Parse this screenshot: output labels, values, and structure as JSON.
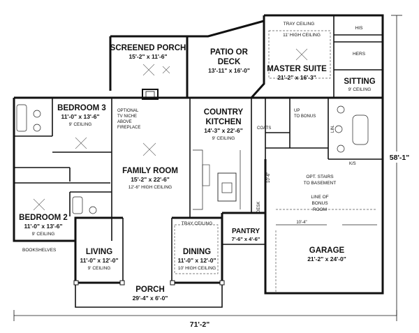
{
  "rooms": {
    "screened_porch": {
      "name": "SCREENED PORCH",
      "dims": "15'-2\" x 11'-6\""
    },
    "patio": {
      "name1": "PATIO OR",
      "name2": "DECK",
      "dims": "13'-11\" x 16'-0\""
    },
    "master_suite": {
      "tray": "TRAY CEILING",
      "ceiling": "11' HIGH CEILING",
      "name": "MASTER SUITE",
      "dims": "21'-2\" x 16'-3\""
    },
    "his": {
      "name": "HIS"
    },
    "hers": {
      "name": "HERS"
    },
    "sitting": {
      "name": "SITTING",
      "ceiling": "9' CEILING"
    },
    "bedroom3": {
      "name": "BEDROOM 3",
      "dims": "11'-0\" x 13'-6\"",
      "ceiling": "9' CEILING"
    },
    "bedroom2": {
      "name": "BEDROOM 2",
      "dims": "11'-0\" x 13'-6\"",
      "ceiling": "9' CEILING"
    },
    "family_room": {
      "name": "FAMILY ROOM",
      "dims": "15'-2\" x 22'-6\"",
      "ceiling": "12'-6\" HIGH CEILING"
    },
    "kitchen": {
      "name1": "COUNTRY",
      "name2": "KITCHEN",
      "dims": "14'-3\" x 22'-6\"",
      "ceiling": "9' CEILING"
    },
    "living": {
      "name": "LIVING",
      "dims": "11'-0\" x 12'-0\"",
      "ceiling": "9' CEILING"
    },
    "dining": {
      "tray": "TRAY CEILING",
      "name": "DINING",
      "dims": "11'-0\" x 12'-0\"",
      "ceiling": "10' HIGH CEILING"
    },
    "pantry": {
      "name": "PANTRY",
      "dims": "7'-6\" x 4'-6\""
    },
    "garage": {
      "name": "GARAGE",
      "dims": "21'-2\" x 24'-0\""
    },
    "porch": {
      "name": "PORCH",
      "dims": "29'-4\" x 6'-0\""
    }
  },
  "notes": {
    "tv1": "OPTIONAL",
    "tv2": "TV NICHE",
    "tv3": "ABOVE",
    "tv4": "FIREPLACE",
    "coats": "COATS",
    "up1": "UP",
    "up2": "TO BONUS",
    "lin": "LIN.",
    "ks": "K/S",
    "desk": "DESK",
    "stairs1": "OPT. STAIRS",
    "stairs2": "TO BASEMENT",
    "bonus1": "LINE OF",
    "bonus2": "BONUS",
    "bonus3": "ROOM",
    "bookshelves": "BOOKSHELVES",
    "garage_width": "10'-4\"",
    "stair_dim": "10'-6\""
  },
  "overall": {
    "width": "71'-2\"",
    "depth": "58'-1\""
  }
}
